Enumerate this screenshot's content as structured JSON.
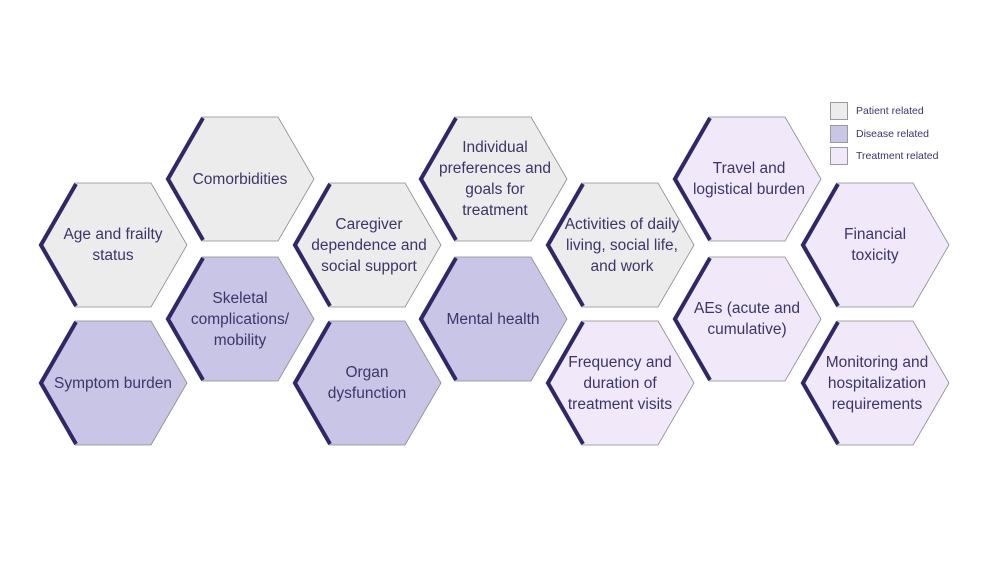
{
  "colors": {
    "patient": "#ececec",
    "disease": "#c8c5e6",
    "treatment": "#f1e9f9",
    "accent_edge": "#2f2766",
    "outline": "#8a8a8a",
    "text": "#3b3569"
  },
  "legend": [
    {
      "category": "patient",
      "label": "Patient related"
    },
    {
      "category": "disease",
      "label": "Disease related"
    },
    {
      "category": "treatment",
      "label": "Treatment related"
    }
  ],
  "hexagons": [
    {
      "label": "Age and frailty status",
      "category": "patient"
    },
    {
      "label": "Symptom burden",
      "category": "disease"
    },
    {
      "label": "Comorbidities",
      "category": "patient"
    },
    {
      "label": "Skeletal complications/ mobility",
      "category": "disease"
    },
    {
      "label": "Caregiver dependence and social support",
      "category": "patient"
    },
    {
      "label": "Organ dysfunction",
      "category": "disease"
    },
    {
      "label": "Individual preferences and goals for treatment",
      "category": "patient"
    },
    {
      "label": "Mental health",
      "category": "disease"
    },
    {
      "label": "Activities of daily living, social life, and work",
      "category": "patient"
    },
    {
      "label": "Frequency and duration of treatment visits",
      "category": "treatment"
    },
    {
      "label": "Travel and logistical burden",
      "category": "treatment"
    },
    {
      "label": "AEs (acute and cumulative)",
      "category": "treatment"
    },
    {
      "label": "Financial toxicity",
      "category": "treatment"
    },
    {
      "label": "Monitoring and hospitalization requirements",
      "category": "treatment"
    }
  ]
}
